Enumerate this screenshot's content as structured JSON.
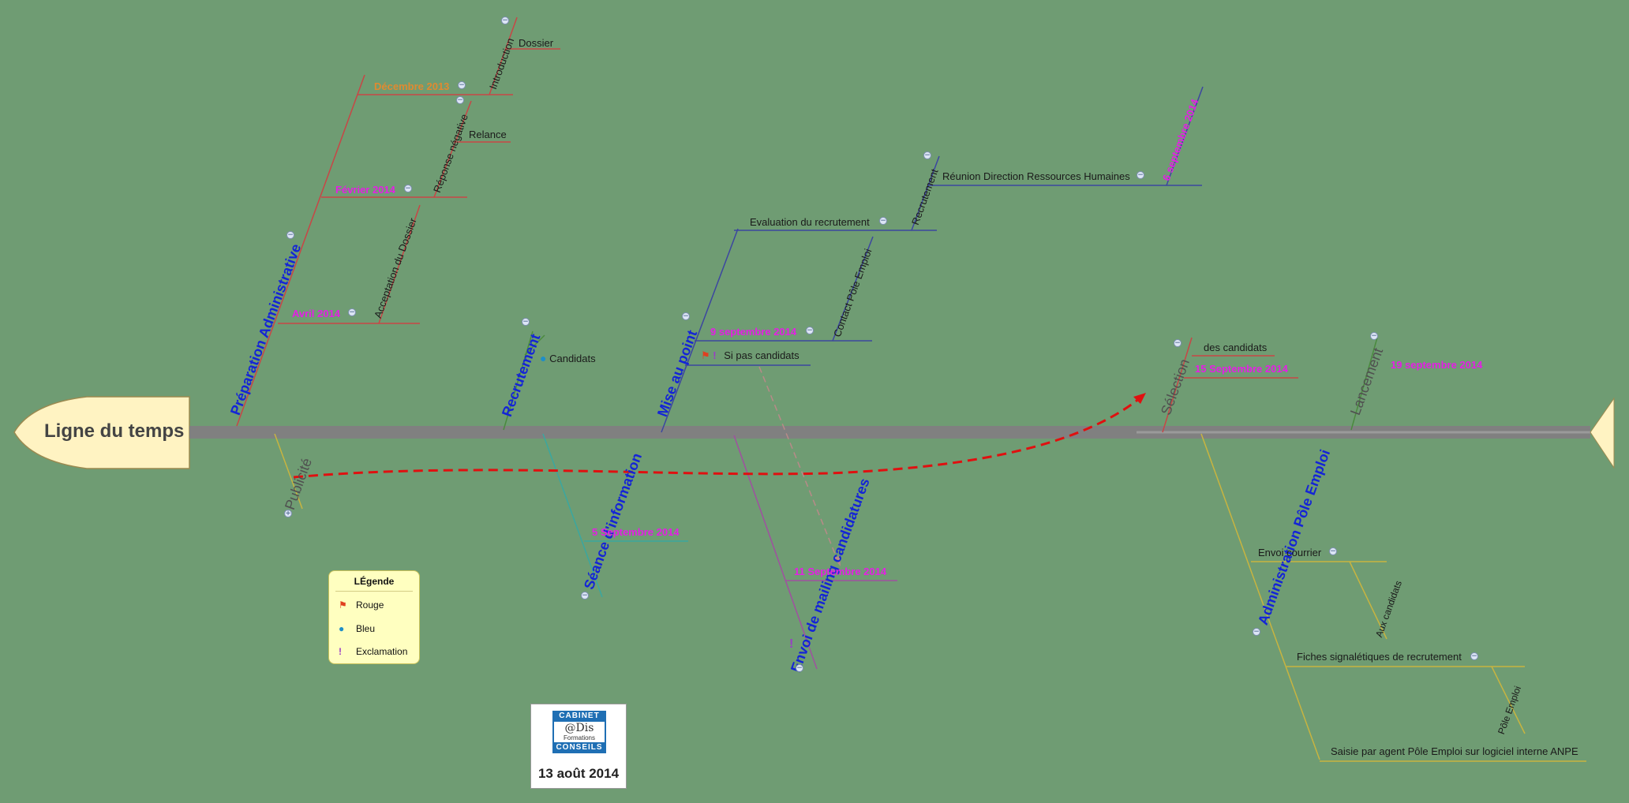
{
  "title": "Ligne du temps",
  "branches": {
    "preparation": {
      "label": "Préparation Administrative",
      "dates": [
        "Décembre 2013",
        "Février 2014",
        "Avril 2014"
      ],
      "subs": [
        "Introduction",
        "Réponse négative",
        "Acceptation du Dossier"
      ],
      "leaves": [
        "Dossier",
        "Relance"
      ]
    },
    "recrutement": {
      "label": "Recrutement",
      "leaf": "Candidats"
    },
    "mise_au_point": {
      "label": "Mise au point",
      "evaluation": "Evaluation du recrutement",
      "recrutement_sub": "Recrutement",
      "reunion": "Réunion Direction Ressources Humaines",
      "reunion_date": "6 septembre 2014",
      "contact": "Contact Pôle Emploi",
      "date": "9 septembre 2014",
      "si_pas": "Si pas candidats"
    },
    "selection": {
      "label": "Sélection",
      "leaf": "des candidats",
      "date": "15 Septembre 2014"
    },
    "lancement": {
      "label": "Lancement",
      "date": "19 septembre 2014"
    },
    "publicite": {
      "label": "Publicité"
    },
    "seance": {
      "label": "Séance d'information",
      "date": "5 Septembre 2014"
    },
    "mailing": {
      "label": "Envoi de mailing candidatures",
      "date": "11 Septembre 2014"
    },
    "administration": {
      "label": "Administration Pôle Emploi",
      "envoi": "Envoi courrier",
      "aux": "Aux candidats",
      "fiches": "Fiches signalétiques de recrutement",
      "pole": "Pôle Emploi",
      "saisie": "Saisie par agent Pôle Emploi sur logiciel interne ANPE"
    }
  },
  "legend": {
    "title": "LÉgende",
    "items": [
      {
        "icon": "flag-icon",
        "label": "Rouge"
      },
      {
        "icon": "person-icon",
        "label": "Bleu"
      },
      {
        "icon": "exclamation-icon",
        "label": "Exclamation"
      }
    ]
  },
  "logo": {
    "top": "CABINET",
    "mid": "@Dis",
    "mid_sub": "Formations",
    "bottom": "CONSEILS",
    "date": "13 août 2014"
  },
  "colors": {
    "background": "#6f9c73",
    "spine": "#808080",
    "branch_red": "#c84646",
    "branch_blue": "#3c46a0",
    "branch_teal": "#3aa7a0",
    "branch_purple": "#a050a0",
    "branch_olive": "#c8b440",
    "arrow": "#e01010",
    "date": "#e51ee5",
    "main_label": "#1424d6"
  }
}
